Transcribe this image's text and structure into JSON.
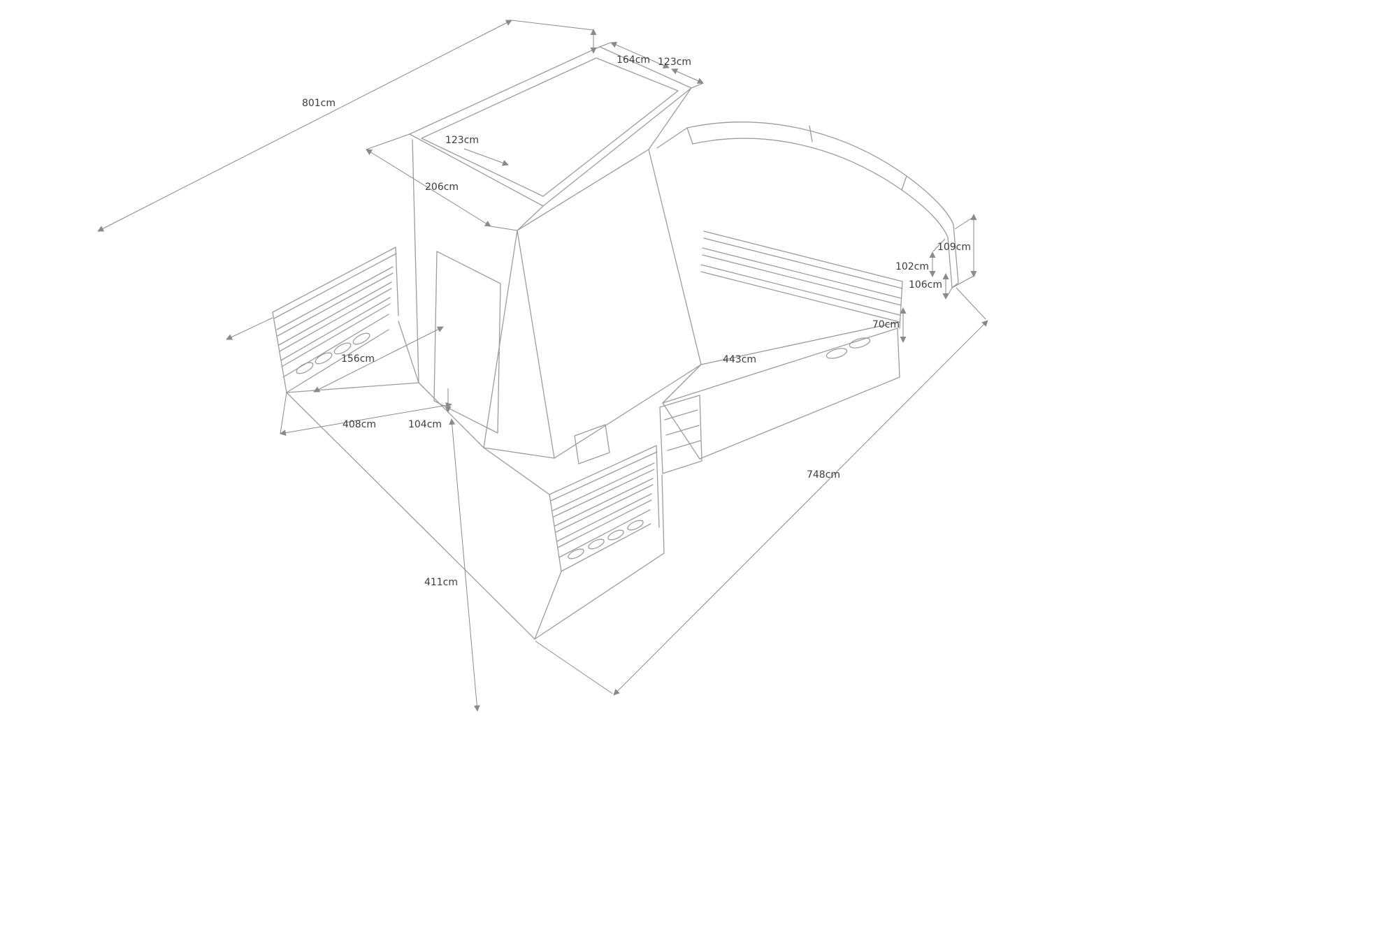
{
  "drawing": {
    "background": "#ffffff",
    "structure_color": "#9c9c9c",
    "dimension_color": "#8a8a8a",
    "text_color": "#3c3c3c"
  },
  "dimensions": {
    "overall_left": "801cm",
    "top_width": "164cm",
    "top_depth": "123cm",
    "screen_width": "123cm",
    "console_top": "206cm",
    "rail_height": "109cm",
    "rail_drop": "102cm",
    "transom_height": "106cm",
    "hull_edge": "70cm",
    "deck_left_width": "156cm",
    "side_length": "443cm",
    "deck_front": "408cm",
    "console_base": "104cm",
    "hull_height": "411cm",
    "overall_right": "748cm"
  }
}
